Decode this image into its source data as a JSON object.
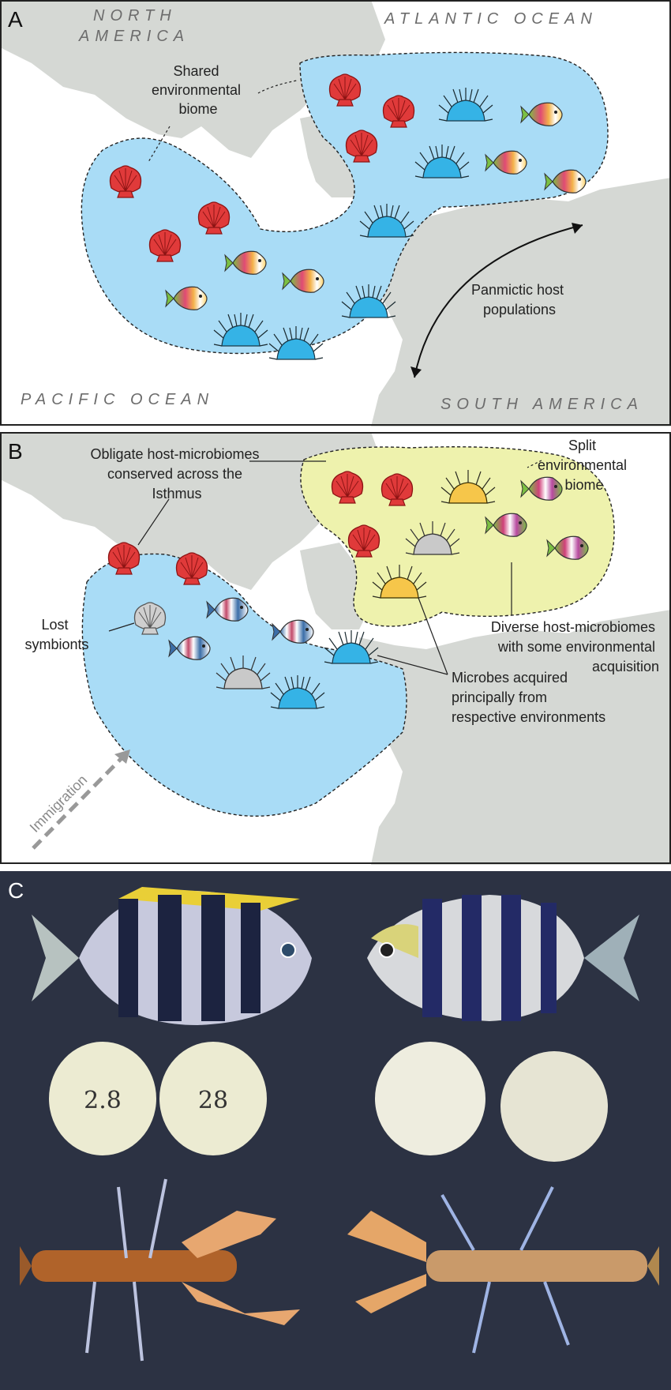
{
  "panel_a": {
    "label": "A",
    "ocean_labels": {
      "north": "NORTH",
      "america": "AMERICA",
      "atlantic": "ATLANTIC OCEAN",
      "pacific": "PACIFIC OCEAN",
      "south_america": "SOUTH AMERICA"
    },
    "biome_label": [
      "Shared",
      "environmental",
      "biome"
    ],
    "host_label": [
      "Panmictic host",
      "populations"
    ]
  },
  "panel_b": {
    "label": "B",
    "split_label": [
      "Split",
      "environmental",
      "biome"
    ],
    "obligate_label": [
      "Obligate host-microbiomes",
      "conserved across the",
      "Isthmus"
    ],
    "lost_label": [
      "Lost",
      "symbionts"
    ],
    "diverse_label": [
      "Diverse host-microbiomes",
      "with some environmental",
      "acquisition"
    ],
    "microbes_label": [
      "Microbes acquired",
      "principally from",
      "respective environments"
    ],
    "immigration_label": "Immigration"
  },
  "panel_c": {
    "label": "C",
    "shell_numbers": [
      "2.8",
      "28"
    ]
  },
  "colors": {
    "land": "#d5d8d4",
    "ocean_bg": "#ffffff",
    "shared_biome": "#a9dcf6",
    "split_biome": "#eef2ad",
    "scallop_red": "#e03a3a",
    "urchin_blue": "#35b3e6",
    "urchin_yellow": "#f6c64a",
    "urchin_gray": "#c9c9c9",
    "photo_bg": "#2c3243"
  },
  "icons": [
    "scallop-icon",
    "urchin-icon",
    "fish-icon",
    "damselfish-photo",
    "clam-photo",
    "shrimp-photo"
  ]
}
